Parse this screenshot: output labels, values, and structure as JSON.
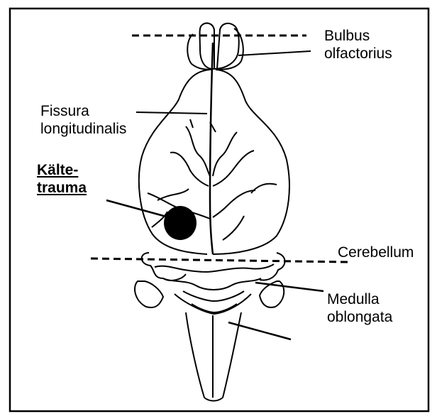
{
  "labels": {
    "bulbus": [
      "Bulbus",
      "olfactorius"
    ],
    "fissura": [
      "Fissura",
      "longitudinalis"
    ],
    "kaelte": [
      "Kälte-",
      "trauma"
    ],
    "cerebellum": [
      "Cerebellum"
    ],
    "medulla": [
      "Medulla",
      "oblongata"
    ]
  },
  "colors": {
    "ink": "#000000",
    "background": "#ffffff"
  }
}
